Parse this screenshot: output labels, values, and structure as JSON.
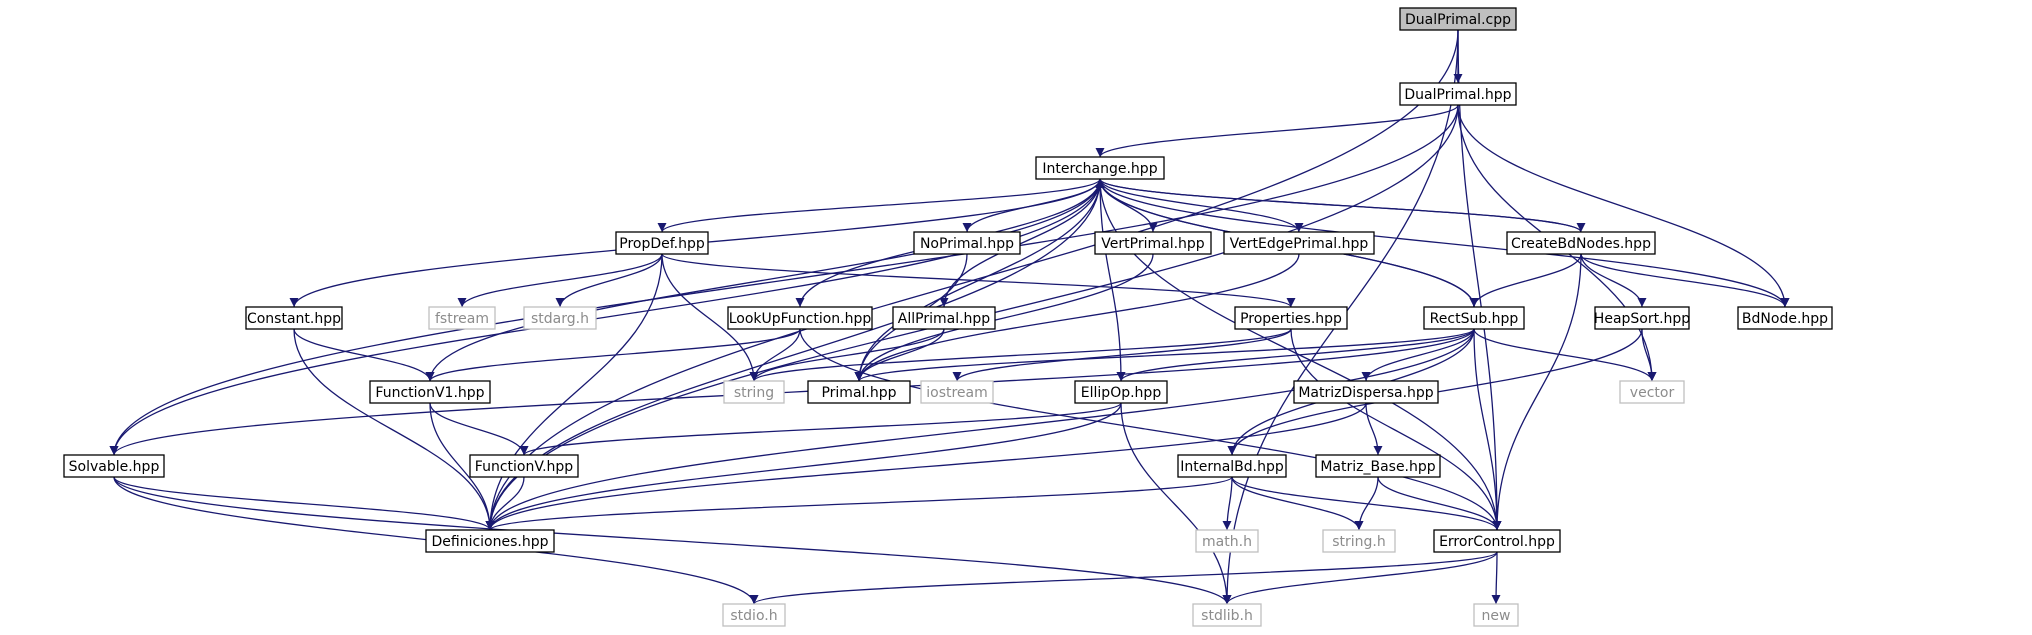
{
  "colors": {
    "edge": "#191970",
    "root_fill": "#bfbfbf",
    "box_border": "#000000",
    "system_border": "#bfbfbf",
    "system_text": "#8c8c8c"
  },
  "nodes": [
    {
      "id": "dualprimal_cpp",
      "label": "DualPrimal.cpp",
      "kind": "root"
    },
    {
      "id": "dualprimal_hpp",
      "label": "DualPrimal.hpp",
      "kind": "file"
    },
    {
      "id": "interchange",
      "label": "Interchange.hpp",
      "kind": "file"
    },
    {
      "id": "propdef",
      "label": "PropDef.hpp",
      "kind": "file"
    },
    {
      "id": "noprimal",
      "label": "NoPrimal.hpp",
      "kind": "file"
    },
    {
      "id": "vertprimal",
      "label": "VertPrimal.hpp",
      "kind": "file"
    },
    {
      "id": "vertedgeprimal",
      "label": "VertEdgePrimal.hpp",
      "kind": "file"
    },
    {
      "id": "createbdnodes",
      "label": "CreateBdNodes.hpp",
      "kind": "file"
    },
    {
      "id": "constant",
      "label": "Constant.hpp",
      "kind": "file"
    },
    {
      "id": "fstream",
      "label": "fstream",
      "kind": "system"
    },
    {
      "id": "stdarg",
      "label": "stdarg.h",
      "kind": "system"
    },
    {
      "id": "lookup",
      "label": "LookUpFunction.hpp",
      "kind": "file"
    },
    {
      "id": "allprimal",
      "label": "AllPrimal.hpp",
      "kind": "file"
    },
    {
      "id": "properties",
      "label": "Properties.hpp",
      "kind": "file"
    },
    {
      "id": "rectsub",
      "label": "RectSub.hpp",
      "kind": "file"
    },
    {
      "id": "heapsort",
      "label": "HeapSort.hpp",
      "kind": "file"
    },
    {
      "id": "bdnode",
      "label": "BdNode.hpp",
      "kind": "file"
    },
    {
      "id": "functionv1",
      "label": "FunctionV1.hpp",
      "kind": "file"
    },
    {
      "id": "string",
      "label": "string",
      "kind": "system"
    },
    {
      "id": "primal",
      "label": "Primal.hpp",
      "kind": "file"
    },
    {
      "id": "iostream",
      "label": "iostream",
      "kind": "system"
    },
    {
      "id": "ellipop",
      "label": "EllipOp.hpp",
      "kind": "file"
    },
    {
      "id": "matrizdispersa",
      "label": "MatrizDispersa.hpp",
      "kind": "file"
    },
    {
      "id": "vector",
      "label": "vector",
      "kind": "system"
    },
    {
      "id": "solvable",
      "label": "Solvable.hpp",
      "kind": "file"
    },
    {
      "id": "functionv",
      "label": "FunctionV.hpp",
      "kind": "file"
    },
    {
      "id": "internalbd",
      "label": "InternalBd.hpp",
      "kind": "file"
    },
    {
      "id": "matrizbase",
      "label": "Matriz_Base.hpp",
      "kind": "file"
    },
    {
      "id": "definiciones",
      "label": "Definiciones.hpp",
      "kind": "file"
    },
    {
      "id": "math",
      "label": "math.h",
      "kind": "system"
    },
    {
      "id": "string_h",
      "label": "string.h",
      "kind": "system"
    },
    {
      "id": "errorcontrol",
      "label": "ErrorControl.hpp",
      "kind": "file"
    },
    {
      "id": "stdio",
      "label": "stdio.h",
      "kind": "system"
    },
    {
      "id": "stdlib",
      "label": "stdlib.h",
      "kind": "system"
    },
    {
      "id": "new",
      "label": "new",
      "kind": "system"
    }
  ],
  "edges": [
    [
      "dualprimal_cpp",
      "dualprimal_hpp"
    ],
    [
      "dualprimal_cpp",
      "definiciones"
    ],
    [
      "dualprimal_cpp",
      "errorcontrol"
    ],
    [
      "dualprimal_cpp",
      "stdlib"
    ],
    [
      "dualprimal_hpp",
      "interchange"
    ],
    [
      "dualprimal_hpp",
      "solvable"
    ],
    [
      "dualprimal_hpp",
      "definiciones"
    ],
    [
      "dualprimal_hpp",
      "bdnode"
    ],
    [
      "dualprimal_hpp",
      "vector"
    ],
    [
      "interchange",
      "propdef"
    ],
    [
      "interchange",
      "noprimal"
    ],
    [
      "interchange",
      "vertprimal"
    ],
    [
      "interchange",
      "vertedgeprimal"
    ],
    [
      "interchange",
      "createbdnodes"
    ],
    [
      "interchange",
      "constant"
    ],
    [
      "interchange",
      "lookup"
    ],
    [
      "interchange",
      "allprimal"
    ],
    [
      "interchange",
      "rectsub"
    ],
    [
      "interchange",
      "bdnode"
    ],
    [
      "interchange",
      "functionv1"
    ],
    [
      "interchange",
      "primal"
    ],
    [
      "interchange",
      "ellipop"
    ],
    [
      "interchange",
      "solvable"
    ],
    [
      "interchange",
      "definiciones"
    ],
    [
      "interchange",
      "errorcontrol"
    ],
    [
      "propdef",
      "fstream"
    ],
    [
      "propdef",
      "stdarg"
    ],
    [
      "propdef",
      "string"
    ],
    [
      "propdef",
      "properties"
    ],
    [
      "propdef",
      "definiciones"
    ],
    [
      "noprimal",
      "primal"
    ],
    [
      "vertprimal",
      "primal"
    ],
    [
      "vertedgeprimal",
      "primal"
    ],
    [
      "createbdnodes",
      "interchange"
    ],
    [
      "createbdnodes",
      "rectsub"
    ],
    [
      "createbdnodes",
      "heapsort"
    ],
    [
      "createbdnodes",
      "bdnode"
    ],
    [
      "createbdnodes",
      "errorcontrol"
    ],
    [
      "constant",
      "functionv1"
    ],
    [
      "constant",
      "definiciones"
    ],
    [
      "lookup",
      "functionv1"
    ],
    [
      "lookup",
      "string"
    ],
    [
      "lookup",
      "errorcontrol"
    ],
    [
      "allprimal",
      "primal"
    ],
    [
      "allprimal",
      "string"
    ],
    [
      "properties",
      "iostream"
    ],
    [
      "properties",
      "string"
    ],
    [
      "properties",
      "errorcontrol"
    ],
    [
      "rectsub",
      "interchange"
    ],
    [
      "rectsub",
      "primal"
    ],
    [
      "rectsub",
      "ellipop"
    ],
    [
      "rectsub",
      "matrizdispersa"
    ],
    [
      "rectsub",
      "internalbd"
    ],
    [
      "rectsub",
      "vector"
    ],
    [
      "rectsub",
      "errorcontrol"
    ],
    [
      "rectsub",
      "definiciones"
    ],
    [
      "rectsub",
      "solvable"
    ],
    [
      "heapsort",
      "vector"
    ],
    [
      "heapsort",
      "internalbd"
    ],
    [
      "functionv1",
      "functionv"
    ],
    [
      "functionv1",
      "definiciones"
    ],
    [
      "ellipop",
      "functionv"
    ],
    [
      "ellipop",
      "definiciones"
    ],
    [
      "ellipop",
      "stdlib"
    ],
    [
      "matrizdispersa",
      "matrizbase"
    ],
    [
      "matrizdispersa",
      "definiciones"
    ],
    [
      "solvable",
      "definiciones"
    ],
    [
      "solvable",
      "stdio"
    ],
    [
      "solvable",
      "stdlib"
    ],
    [
      "functionv",
      "definiciones"
    ],
    [
      "internalbd",
      "math"
    ],
    [
      "internalbd",
      "string_h"
    ],
    [
      "internalbd",
      "errorcontrol"
    ],
    [
      "internalbd",
      "definiciones"
    ],
    [
      "matrizbase",
      "string_h"
    ],
    [
      "matrizbase",
      "errorcontrol"
    ],
    [
      "errorcontrol",
      "stdio"
    ],
    [
      "errorcontrol",
      "stdlib"
    ],
    [
      "errorcontrol",
      "new"
    ]
  ]
}
